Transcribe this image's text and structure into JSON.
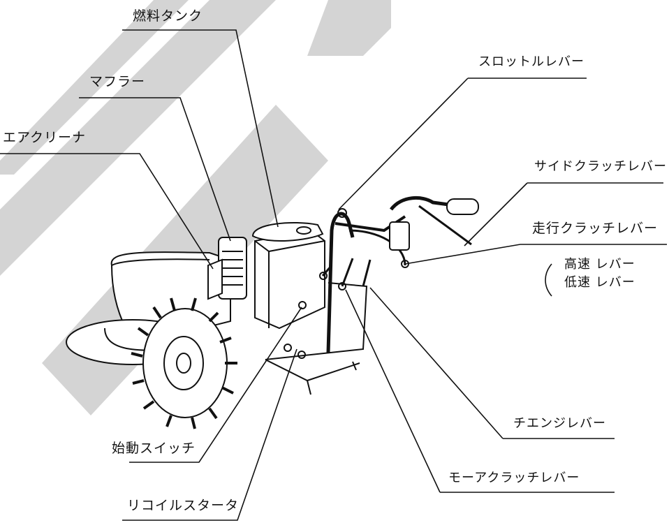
{
  "labels": {
    "fuel_tank": "燃料タンク",
    "muffler": "マフラー",
    "air_cleaner": "エアクリーナ",
    "throttle_lever": "スロットルレバー",
    "side_clutch_lever": "サイドクラッチレバー",
    "travel_clutch_lever": "走行クラッチレバー",
    "high_speed_lever": "高速 レバー",
    "low_speed_lever": "低速 レバー",
    "start_switch": "始動スイッチ",
    "recoil_starter": "リコイルスタータ",
    "change_lever": "チエンジレバー",
    "mower_clutch_lever": "モーアクラッチレバー"
  },
  "colors": {
    "line": "#111111",
    "watermark": "#d4d4d4",
    "background": "#ffffff"
  }
}
